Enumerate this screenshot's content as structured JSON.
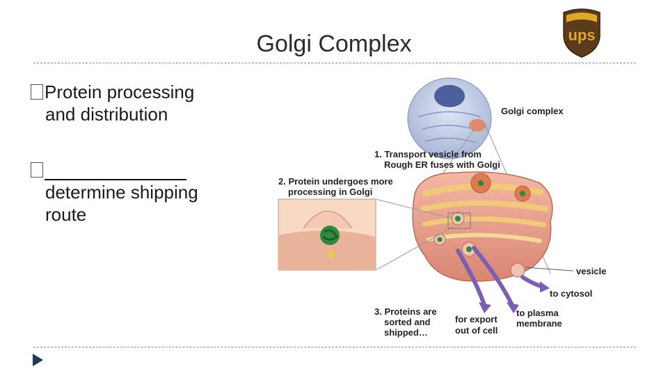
{
  "slide": {
    "title": "Golgi Complex",
    "bullets": [
      {
        "lines": [
          "Protein processing",
          "and distribution"
        ]
      },
      {
        "lines": [
          "",
          "determine shipping",
          "route"
        ]
      }
    ]
  },
  "logo": {
    "text": "ups",
    "colors": {
      "shield": "#5a3b1c",
      "gold": "#e0a829"
    }
  },
  "diagram": {
    "labels": {
      "golgi_complex": "Golgi complex",
      "step1_line1": "1. Transport vesicle from",
      "step1_line2": "Rough ER fuses with Golgi",
      "step2_line1": "2. Protein undergoes more",
      "step2_line2": "processing in Golgi",
      "vesicle": "vesicle",
      "to_cytosol": "to cytosol",
      "step3_line1": "3. Proteins are",
      "step3_line2": "sorted and",
      "step3_line3": "shipped…",
      "export_line1": "for export",
      "export_line2": "out of cell",
      "plasma_line1": "to plasma",
      "plasma_line2": "membrane"
    },
    "colors": {
      "golgi": "#e8a38f",
      "cisternae": "#f2c97a",
      "arrow": "#7b5fb4",
      "protein": "#2e8b3c"
    }
  }
}
